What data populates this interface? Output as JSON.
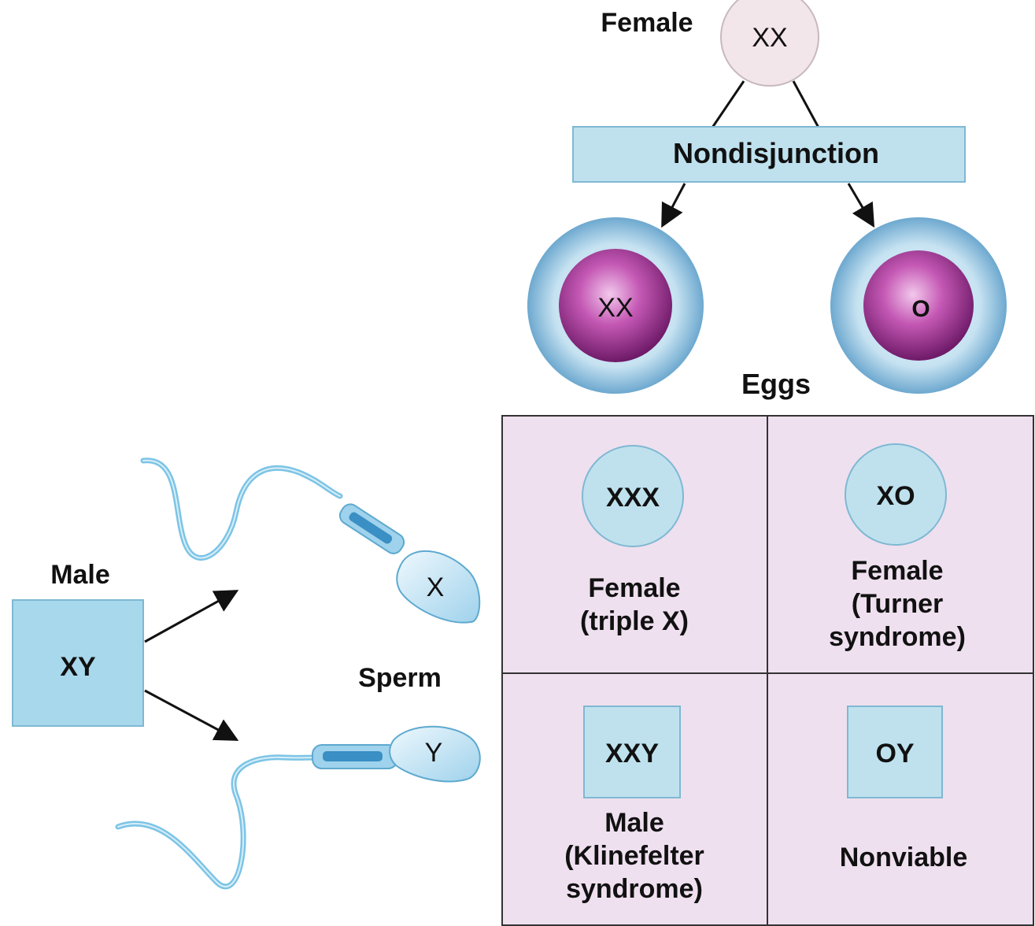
{
  "female": {
    "label": "Female",
    "genotype": "XX"
  },
  "process": {
    "label": "Nondisjunction"
  },
  "eggs": {
    "label": "Eggs",
    "items": [
      "XX",
      "O"
    ]
  },
  "male": {
    "label": "Male",
    "genotype": "XY"
  },
  "sperm": {
    "label": "Sperm",
    "items": [
      "X",
      "Y"
    ]
  },
  "grid": {
    "cells": [
      {
        "genotype": "XXX",
        "lines": [
          "Female",
          "(triple X)"
        ]
      },
      {
        "genotype": "XO",
        "lines": [
          "Female",
          "(Turner",
          "syndrome)"
        ]
      },
      {
        "genotype": "XXY",
        "lines": [
          "Male",
          "(Klinefelter",
          "syndrome)"
        ]
      },
      {
        "genotype": "OY",
        "lines": [
          "Nonviable"
        ]
      }
    ]
  },
  "colors": {
    "female_circle": "#f3e6ea",
    "box_fill": "#a8d8ec",
    "grid_fill": "#efe0ef",
    "nucleus": "#b0409c",
    "sperm": "#7cc4e6"
  }
}
